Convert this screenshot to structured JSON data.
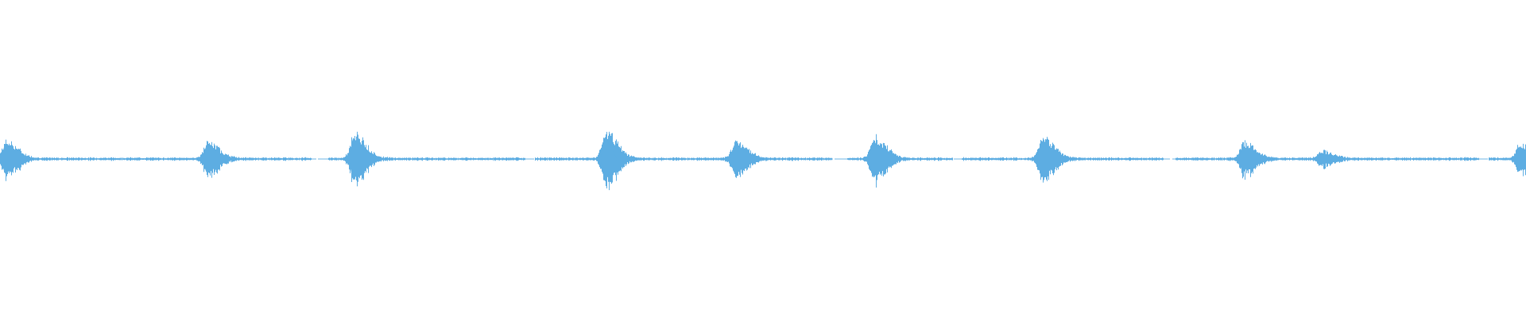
{
  "waveform": {
    "color": "#5dade2",
    "background": "#ffffff",
    "bursts": [
      {
        "t": 0.004,
        "level": 0.12
      },
      {
        "t": 0.136,
        "level": 0.11
      },
      {
        "t": 0.232,
        "level": 0.17
      },
      {
        "t": 0.397,
        "level": 0.18
      },
      {
        "t": 0.482,
        "level": 0.12
      },
      {
        "t": 0.573,
        "level": 0.15
      },
      {
        "t": 0.683,
        "level": 0.15
      },
      {
        "t": 0.815,
        "level": 0.11
      },
      {
        "t": 0.866,
        "level": 0.05
      },
      {
        "t": 0.996,
        "level": 0.1
      }
    ],
    "silent_spans": [
      [
        0.204,
        0.215
      ],
      [
        0.344,
        0.35
      ],
      [
        0.545,
        0.555
      ],
      [
        0.624,
        0.63
      ],
      [
        0.762,
        0.77
      ],
      [
        0.969,
        0.975
      ]
    ]
  }
}
